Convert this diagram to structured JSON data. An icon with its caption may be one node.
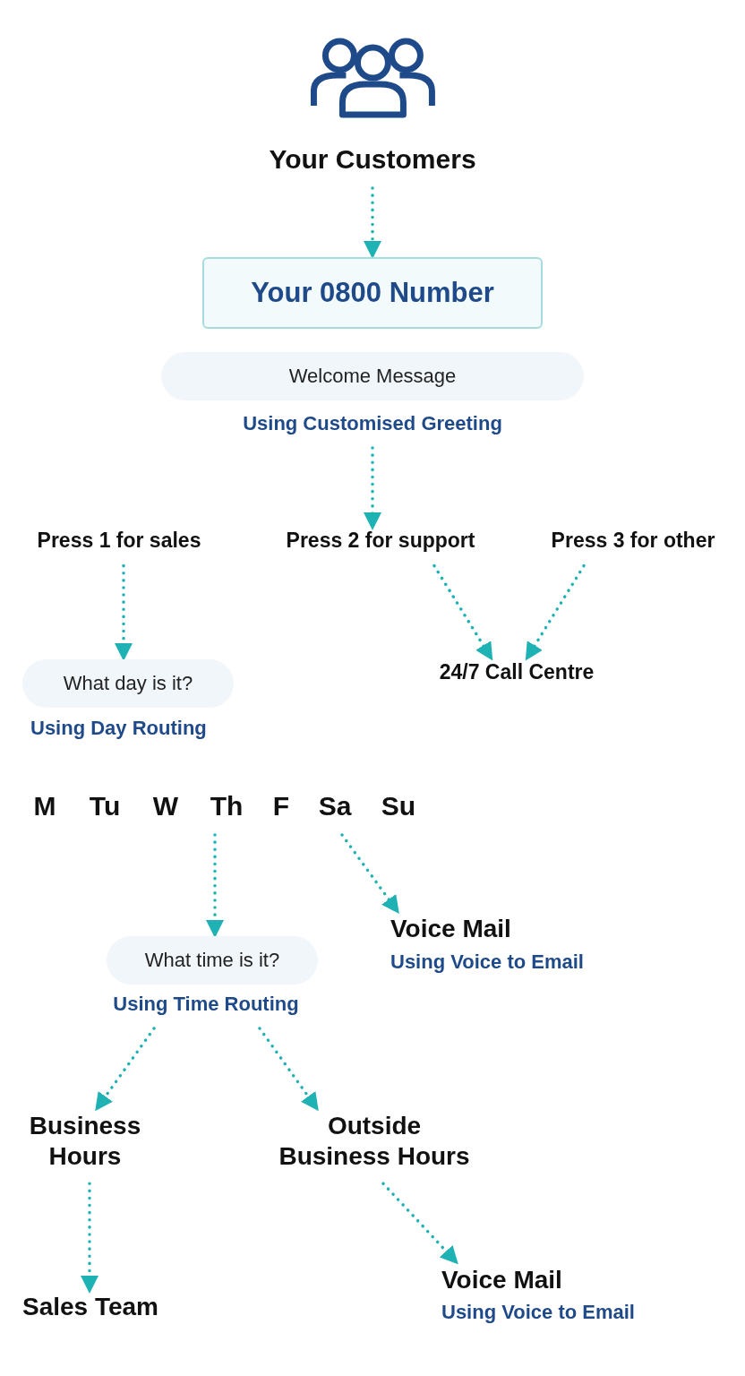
{
  "diagram": {
    "nodes": [
      {
        "text": [
          "Your Customers"
        ]
      },
      {
        "text": [
          "Your 0800 Number"
        ]
      },
      {
        "text": [
          "Welcome Message"
        ],
        "beside": [
          "Using Customised Greeting"
        ]
      },
      {
        "text": [
          "Press 1 for sales"
        ]
      },
      {
        "text": [
          "Press 2 for support"
        ]
      },
      {
        "text": [
          "Press 3 for other"
        ]
      },
      {
        "text": [
          "24/7 Call Centre"
        ]
      },
      {
        "text": [
          "What day is it?"
        ],
        "beside": [
          "Using Day Routing"
        ]
      },
      {
        "text": [
          "M"
        ]
      },
      {
        "text": [
          "Tu"
        ]
      },
      {
        "text": [
          "W"
        ]
      },
      {
        "text": [
          "Th"
        ]
      },
      {
        "text": [
          "F"
        ]
      },
      {
        "text": [
          "Sa"
        ]
      },
      {
        "text": [
          "Su"
        ]
      },
      {
        "text": [
          "What time is it?"
        ],
        "beside": [
          "Using Time Routing"
        ]
      },
      {
        "text": [
          "Voice Mail"
        ],
        "beside": [
          "Using Voice to Email"
        ]
      },
      {
        "text": [
          "Business Hours"
        ]
      },
      {
        "text": [
          "Outside Business Hours"
        ]
      },
      {
        "text": [
          "Sales Team"
        ]
      },
      {
        "text": [
          "Voice Mail"
        ],
        "beside": [
          "Using Voice to Email"
        ]
      }
    ],
    "edges": [
      {
        "from": 0,
        "to": 1,
        "arrow": "to"
      },
      {
        "from": 2,
        "to": 4,
        "arrow": "to"
      },
      {
        "from": 4,
        "to": 6,
        "arrow": "to"
      },
      {
        "from": 5,
        "to": 6,
        "arrow": "to"
      },
      {
        "from": 3,
        "to": 7,
        "arrow": "to"
      },
      {
        "from": 11,
        "to": 15,
        "arrow": "to"
      },
      {
        "from": 13,
        "to": 16,
        "arrow": "to"
      },
      {
        "from": 15,
        "to": 17,
        "arrow": "to"
      },
      {
        "from": 15,
        "to": 18,
        "arrow": "to"
      },
      {
        "from": 17,
        "to": 19,
        "arrow": "to"
      },
      {
        "from": 18,
        "to": 20,
        "arrow": "to"
      }
    ]
  }
}
